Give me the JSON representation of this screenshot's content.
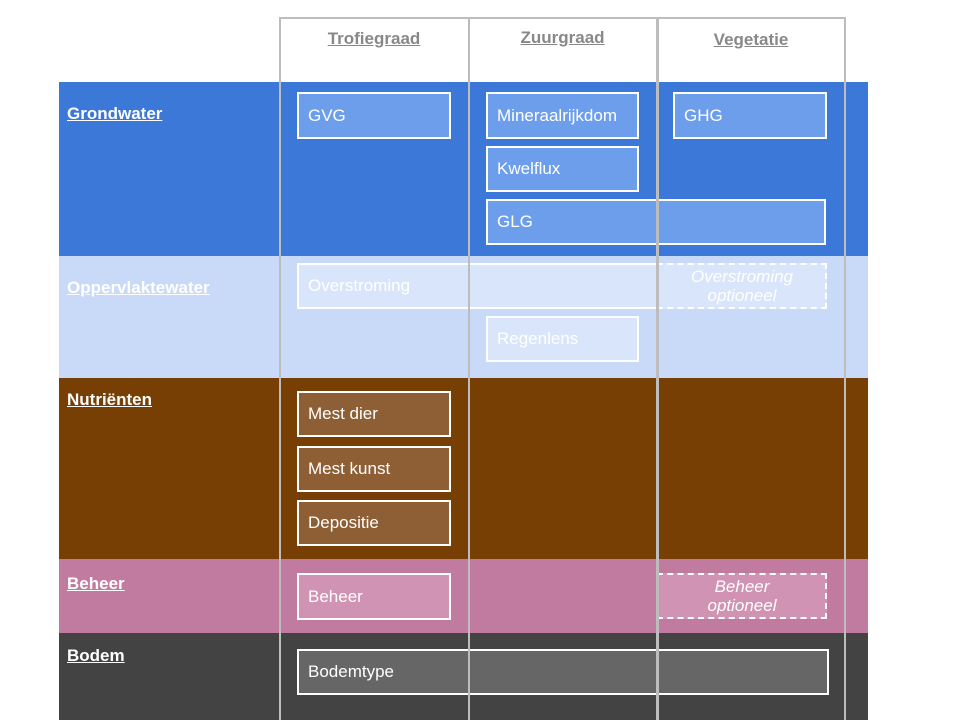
{
  "columns": [
    {
      "id": "trofie",
      "label": "Trofiegraad"
    },
    {
      "id": "zuur",
      "label": "Zuurgraad"
    },
    {
      "id": "veg",
      "label": "Vegetatie"
    }
  ],
  "bands": {
    "grondwater": {
      "label": "Grondwater",
      "color": "#3b78d8"
    },
    "oppervlaktewater": {
      "label": "Oppervlaktewater",
      "color": "#c9daf8"
    },
    "nutrienten": {
      "label": "Nutriënten",
      "color": "#783f04"
    },
    "beheer": {
      "label": "Beheer",
      "color": "#c27ba0"
    },
    "bodem": {
      "label": "Bodem",
      "color": "#434343"
    }
  },
  "boxes": {
    "gvg": "GVG",
    "mineraalrijkdom": "Mineraalrijkdom",
    "ghg": "GHG",
    "kwelflux": "Kwelflux",
    "glg": "GLG",
    "overstroming": "Overstroming",
    "overstroming_optioneel": "Overstroming\noptioneel",
    "regenlens": "Regenlens",
    "mest_dier": "Mest dier",
    "mest_kunst": "Mest kunst",
    "depositie": "Depositie",
    "beheer": "Beheer",
    "beheer_optioneel": "Beheer\noptioneel",
    "bodemtype": "Bodemtype"
  },
  "colors": {
    "box_fill_grondwater": "#6d9eeb",
    "box_fill_oppervlaktewater": "#d9e5fa",
    "box_fill_nutrienten": "#8e5f35",
    "box_fill_beheer": "#d093b3",
    "box_fill_bodem": "#666666",
    "frame": "#bdbdbd",
    "column_header": "#888888"
  }
}
